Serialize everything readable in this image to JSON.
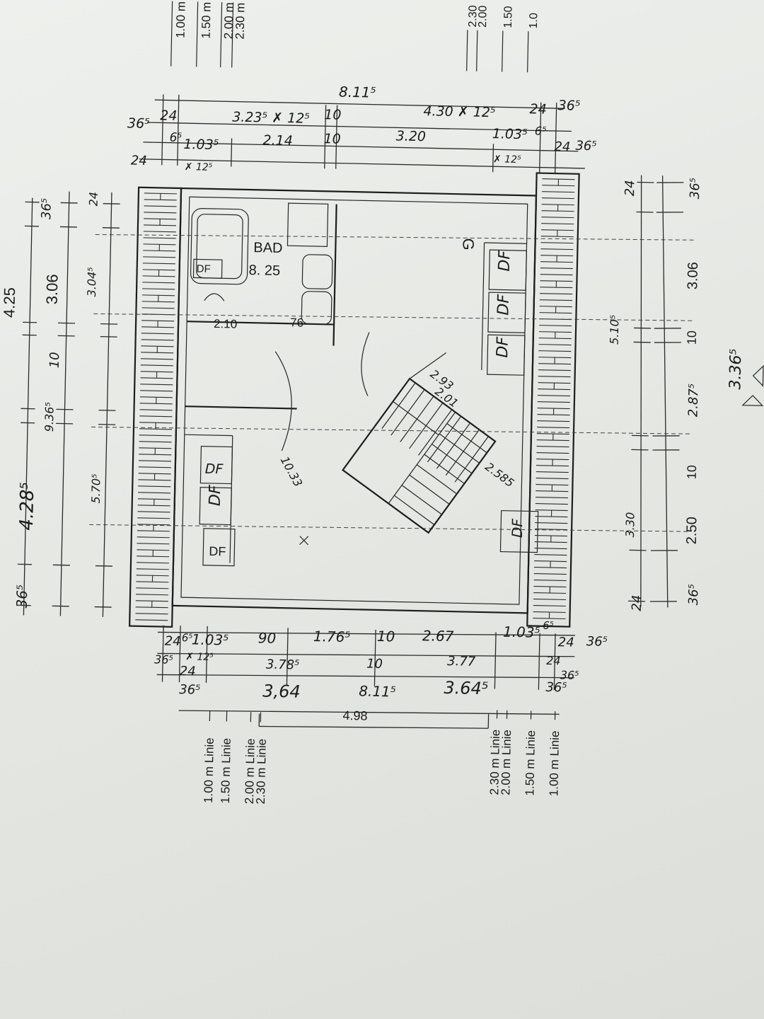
{
  "top_dimensions": {
    "overall": "8.11⁵",
    "row1": [
      "36⁵",
      "24",
      "3.23⁵ ✗ 12⁵",
      "10",
      "4.30 ✗ 12⁵",
      "24",
      "36⁵"
    ],
    "row2": [
      "24",
      "6⁵",
      "1.03⁵",
      "2.14",
      "10",
      "3.20",
      "1.03⁵",
      "6⁵",
      "24",
      "36⁵"
    ],
    "row2_sub": [
      "✗ 12⁵",
      "✗ 12⁵"
    ]
  },
  "right_dimensions": [
    "24",
    "36⁵",
    "3.06",
    "10",
    "2.87⁵",
    "10",
    "2.50",
    "36⁵",
    "24",
    "3.36⁵",
    "5.10⁵",
    "3.30"
  ],
  "left_dimensions": [
    "36⁵",
    "4.25",
    "3.06",
    "10",
    "9.36⁵",
    "4.28⁵",
    "36⁵",
    "24",
    "5.70⁵",
    "3.04⁵"
  ],
  "bottom_dimensions": {
    "row1": [
      "24",
      "6⁵",
      "1.03⁵",
      "90",
      "1.76⁵",
      "10",
      "2.67",
      "1.03⁵",
      "6⁵",
      "24",
      "36⁵"
    ],
    "row2": [
      "36⁵",
      "✗ 12⁵",
      "3.78⁵",
      "10",
      "3.77",
      "24",
      "36⁵"
    ],
    "row3": [
      "24",
      "36⁵",
      "3,64",
      "8.11⁵",
      "3.64⁵",
      "36⁵"
    ],
    "total": "4.98"
  },
  "room": {
    "name": "BAD",
    "area": "8. 25",
    "w1": "2.10",
    "w2": "76"
  },
  "windows": [
    "DF",
    "DF",
    "DF",
    "DF",
    "DF",
    "DF",
    "DF",
    "DF"
  ],
  "stair": {
    "a": "2.93",
    "b": "2.01",
    "c": "2.585",
    "d": "10.33"
  },
  "right_mark": "G",
  "height_lines_bottom_left": [
    "1.00 m Linie",
    "1.50 m Linie",
    "2.00 m Linie",
    "2.30 m Linie"
  ],
  "height_lines_bottom_right": [
    "2.30 m Linie",
    "2.00 m Linie",
    "1.50 m Linie",
    "1.00 m Linie"
  ],
  "height_lines_top_left": [
    "1.00 m",
    "1.50 m",
    "2.00 m",
    "2.30 m"
  ],
  "height_lines_top_right": [
    "2.30",
    "2.00",
    "1.50",
    "1.0"
  ]
}
